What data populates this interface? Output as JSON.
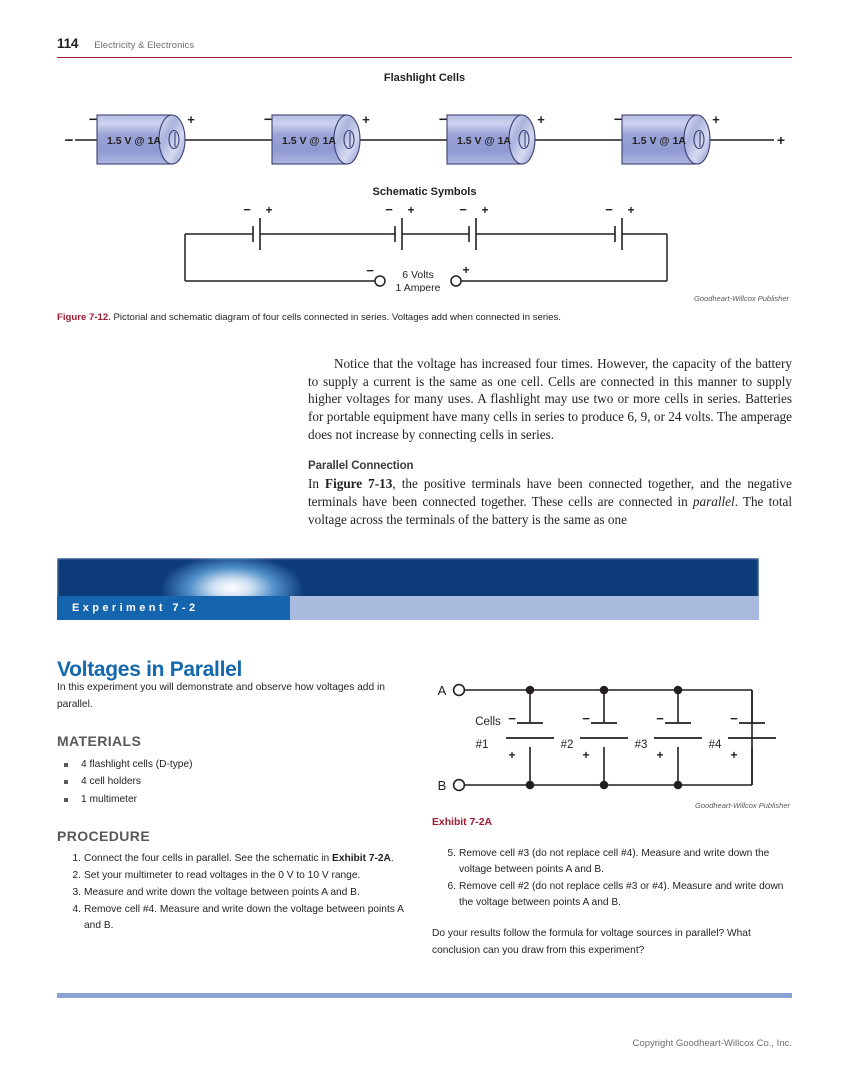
{
  "header": {
    "folio": "114",
    "running_title": "Electricity & Electronics",
    "rule_color": "#9e1b32"
  },
  "figure": {
    "pictorial_heading": "Flashlight Cells",
    "schematic_heading": "Schematic Symbols",
    "cell_label": "1.5 V @ 1A",
    "cell_count": 4,
    "minus_sign": "−",
    "plus_sign": "+",
    "output_voltage": "6 Volts",
    "output_current": "1 Ampere",
    "credit": "Goodheart-Willcox Publisher",
    "caption_label": "Figure 7-12.",
    "caption_text": " Pictorial and schematic diagram of four cells connected in series. Voltages add when connected in series."
  },
  "body": {
    "paragraph1": "Notice that the voltage has increased four times. However, the capacity of the battery to supply a current is the same as one cell. Cells are connected in this manner to supply higher voltages for many uses. A flashlight may use two or more cells in series. Batteries for portable equipment have many cells in series to produce 6, 9, or 24 volts. The amperage does not increase by connecting cells in series.",
    "subhead": "Parallel Connection",
    "paragraph2_a": "In ",
    "paragraph2_ref": "Figure 7-13",
    "paragraph2_b": ", the positive terminals have been connected together, and the negative terminals have been connected together. These cells are connected in ",
    "paragraph2_italic": "parallel",
    "paragraph2_c": ". The total voltage across the terminals of the battery is the same as one"
  },
  "experiment": {
    "banner_tab_label": "Experiment 7-2",
    "tab_color": "#1465ad",
    "lightbar_color": "#a8bade",
    "title": "Voltages in Parallel",
    "title_color": "#1468ad",
    "intro": "In this experiment you will demonstrate and observe how voltages add in parallel.",
    "materials_heading": "MATERIALS",
    "materials": [
      "4 flashlight cells (D-type)",
      "4 cell holders",
      "1 multimeter"
    ],
    "procedure_heading": "PROCEDURE",
    "procedure_left": [
      {
        "text_before": "Connect the four cells in parallel. See the schematic in ",
        "bold": "Exhibit 7-2A",
        "text_after": "."
      },
      {
        "text_before": "Set your multimeter to read voltages in the 0 V to 10 V range.",
        "bold": "",
        "text_after": ""
      },
      {
        "text_before": "Measure and write down the voltage between points A and B.",
        "bold": "",
        "text_after": ""
      },
      {
        "text_before": "Remove cell #4. Measure and write down the voltage between points A and B.",
        "bold": "",
        "text_after": ""
      }
    ],
    "procedure_right": [
      "Remove cell #3 (do not replace cell #4). Measure and write down the voltage between points A and B.",
      "Remove cell #2 (do not replace cells #3 or #4). Measure and write down the voltage between points A and B."
    ],
    "question": "Do your results follow the formula for voltage sources in parallel? What conclusion can you draw from this experiment?"
  },
  "exhibit": {
    "label": "Exhibit 7-2A",
    "credit": "Goodheart-Willcox Publisher",
    "node_a": "A",
    "node_b": "B",
    "cells_label": "Cells",
    "cell_ids": [
      "#1",
      "#2",
      "#3",
      "#4"
    ],
    "minus_sign": "−",
    "plus_sign": "+"
  },
  "footer": {
    "rule_color": "#8ba3d4",
    "copyright": "Copyright Goodheart-Willcox Co., Inc."
  }
}
